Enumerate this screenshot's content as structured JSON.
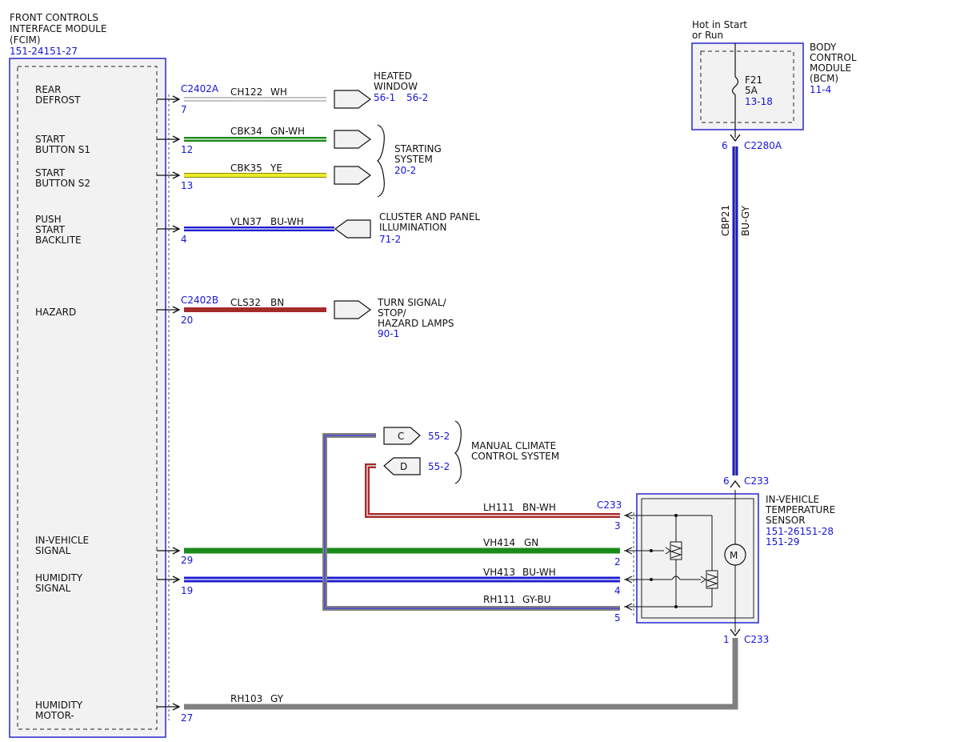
{
  "fcim": {
    "title": [
      "FRONT CONTROLS",
      "INTERFACE MODULE",
      "(FCIM)"
    ],
    "ref": "151-24151-27",
    "pin_labels": {
      "rear_defrost": [
        "REAR",
        "DEFROST"
      ],
      "start_s1": [
        "START",
        "BUTTON S1"
      ],
      "start_s2": [
        "START",
        "BUTTON S2"
      ],
      "push_start": [
        "PUSH",
        "START",
        "BACKLITE"
      ],
      "hazard": [
        "HAZARD"
      ],
      "iv_signal": [
        "IN-VEHICLE",
        "SIGNAL"
      ],
      "hum_signal": [
        "HUMIDITY",
        "SIGNAL"
      ],
      "hum_motor": [
        "HUMIDITY",
        "MOTOR-"
      ]
    }
  },
  "connectors": {
    "c2402a": "C2402A",
    "c2402b": "C2402B",
    "c2280a": "C2280A",
    "c233_top": "C233",
    "c233_mid": "C233",
    "c233_bot": "C233"
  },
  "wires": {
    "ch122": {
      "circuit": "CH122",
      "color_code": "WH",
      "pin": "7",
      "hex": [
        "#ffffff"
      ]
    },
    "cbk34": {
      "circuit": "CBK34",
      "color_code": "GN-WH",
      "pin": "12",
      "hex": [
        "#1a8a1a",
        "#ffffff"
      ]
    },
    "cbk35": {
      "circuit": "CBK35",
      "color_code": "YE",
      "pin": "13",
      "hex": [
        "#ecec2a"
      ]
    },
    "vln37": {
      "circuit": "VLN37",
      "color_code": "BU-WH",
      "pin": "4",
      "hex": [
        "#1c1cd0",
        "#ffffff"
      ]
    },
    "cls32": {
      "circuit": "CLS32",
      "color_code": "BN",
      "pin": "20",
      "hex": [
        "#a52a2a"
      ]
    },
    "lh111": {
      "circuit": "LH111",
      "color_code": "BN-WH",
      "pin": "3",
      "hex": [
        "#a52a2a",
        "#ffffff"
      ]
    },
    "vh414": {
      "circuit": "VH414",
      "color_code": "GN",
      "pin_fcim": "29",
      "pin_sensor": "2",
      "hex": [
        "#1a8a1a"
      ]
    },
    "vh413": {
      "circuit": "VH413",
      "color_code": "BU-WH",
      "pin_fcim": "19",
      "pin_sensor": "4",
      "hex": [
        "#1c1cd0",
        "#ffffff"
      ]
    },
    "rh111": {
      "circuit": "RH111",
      "color_code": "GY-BU",
      "pin": "5",
      "hex": [
        "#808080",
        "#4a4ad8"
      ]
    },
    "rh103": {
      "circuit": "RH103",
      "color_code": "GY",
      "pin_fcim": "27",
      "pin_sensor": "1",
      "hex": [
        "#808080"
      ]
    },
    "cbp21": {
      "circuit": "CBP21",
      "color_code": "BU-GY",
      "pin_bcm": "6",
      "pin_sensor": "6",
      "hex": [
        "#1c1cd0",
        "#808080"
      ]
    }
  },
  "destinations": {
    "heated_window": {
      "lines": [
        "HEATED",
        "WINDOW"
      ],
      "refs": [
        "56-1",
        "56-2"
      ]
    },
    "starting_system": {
      "lines": [
        "STARTING",
        "SYSTEM"
      ],
      "ref": "20-2"
    },
    "cluster": {
      "lines": [
        "CLUSTER AND PANEL",
        "ILLUMINATION"
      ],
      "ref": "71-2"
    },
    "turn_signal": {
      "lines": [
        "TURN SIGNAL/",
        "STOP/",
        "HAZARD LAMPS"
      ],
      "ref": "90-1"
    },
    "manual_climate": {
      "lines": [
        "MANUAL CLIMATE",
        "CONTROL SYSTEM"
      ],
      "ref_c": "55-2",
      "ref_d": "55-2",
      "tag_c": "C",
      "tag_d": "D"
    }
  },
  "bcm": {
    "power_note": [
      "Hot in Start",
      "or Run"
    ],
    "title": [
      "BODY",
      "CONTROL",
      "MODULE",
      "(BCM)"
    ],
    "ref": "11-4",
    "fuse": {
      "name": "F21",
      "rating": "5A",
      "ref": "13-18"
    }
  },
  "sensor": {
    "title": [
      "IN-VEHICLE",
      "TEMPERATURE",
      "SENSOR"
    ],
    "refs": [
      "151-26151-28",
      "151-29"
    ],
    "motor_symbol": "M"
  },
  "colors": {
    "module_border": "#2727cf",
    "module_fill": "#f2f2f2",
    "ref_text": "#1515d6"
  }
}
